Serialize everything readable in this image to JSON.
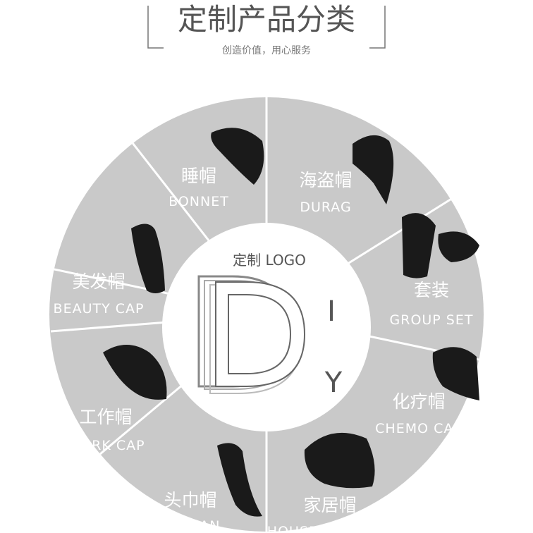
{
  "header": {
    "title": "定制产品分类",
    "subtitle": "创造价值，用心服务"
  },
  "center": {
    "label": "定制 LOGO",
    "big_letter": "D",
    "side_letters": [
      "I",
      "Y"
    ]
  },
  "categories": [
    {
      "cn": "睡帽",
      "en": "BONNET",
      "icon": "bonnet-icon"
    },
    {
      "cn": "海盗帽",
      "en": "DURAG",
      "icon": "durag-icon"
    },
    {
      "cn": "套装",
      "en": "GROUP SET",
      "icon": "group-set-icon"
    },
    {
      "cn": "化疗帽",
      "en": "CHEMO CAP",
      "icon": "chemo-cap-icon"
    },
    {
      "cn": "家居帽",
      "en": "HOUSEHOLD CAP",
      "icon": "household-cap-icon"
    },
    {
      "cn": "头巾帽",
      "en": "TURBAN",
      "icon": "turban-icon"
    },
    {
      "cn": "工作帽",
      "en": "WORK CAP",
      "icon": "work-cap-icon"
    },
    {
      "cn": "美发帽",
      "en": "BEAUTY CAP",
      "icon": "beauty-cap-icon"
    }
  ],
  "colors": {
    "wheel": "#c9c9c9",
    "divider": "#ffffff",
    "text": "#555555",
    "cap": "#1a1a1a"
  }
}
